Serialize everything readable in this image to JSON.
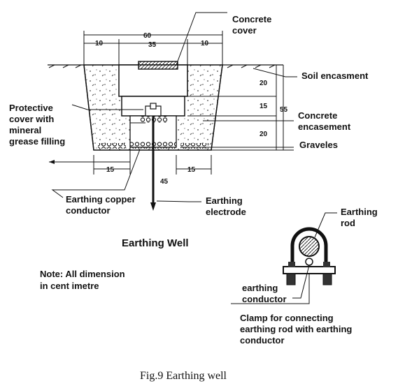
{
  "labels": {
    "concrete_cover": [
      "Concrete",
      "cover"
    ],
    "soil_encasment": "Soil encasment",
    "protective_cover": [
      "Protective",
      " cover with",
      "mineral",
      "grease filling"
    ],
    "concrete_encasement": [
      "Concrete",
      "encasement"
    ],
    "gravels": "Graveles",
    "earthing_copper_conductor": [
      "Earthing copper",
      "conductor"
    ],
    "earthing_electrode": [
      "Earthing",
      "electrode"
    ],
    "earthing_rod": [
      "Earthing",
      "rod"
    ],
    "earthing_conductor": [
      "earthing",
      "conductor"
    ],
    "clamp": [
      "Clamp for connecting",
      "earthing rod with earthing",
      "conductor"
    ]
  },
  "dimensions": {
    "top_width": "60",
    "inner_width": "35",
    "left_offset": "10",
    "right_offset": "10",
    "depth_1": "20",
    "depth_2": "15",
    "total_depth": "55",
    "depth_3": "20",
    "bottom_left": "15",
    "bottom_right": "15",
    "electrode": "45"
  },
  "title": "Earthing Well",
  "note": [
    "Note: All dimension",
    "in cent imetre"
  ],
  "caption": "Fig.9 Earthing well"
}
